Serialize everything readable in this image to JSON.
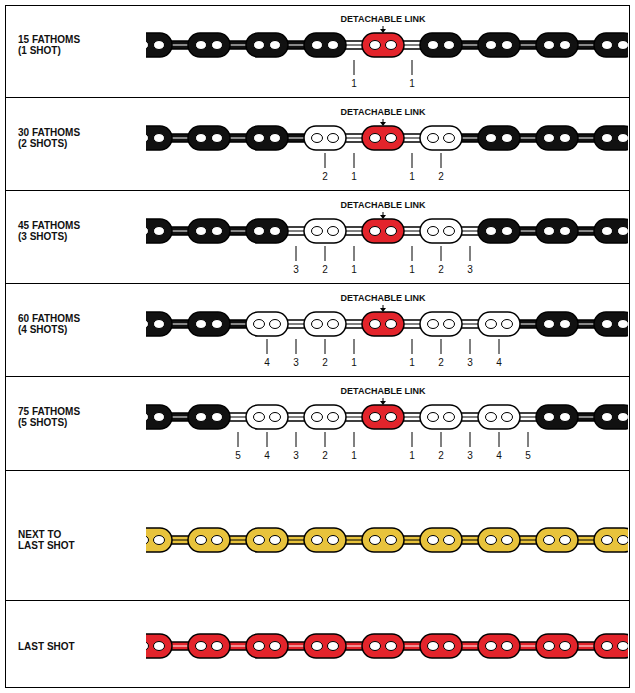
{
  "diagram": {
    "nodes": [
      {
        "text": [
          "15 FATHOMS (1 SHOT)"
        ]
      },
      {
        "text": [
          "30 FATHOMS (2 SHOTS)"
        ]
      },
      {
        "text": [
          "45 FATHOMS (3 SHOTS)"
        ]
      },
      {
        "text": [
          "60 FATHOMS (4 SHOTS)"
        ]
      },
      {
        "text": [
          "75 FATHOMS (5 SHOTS)"
        ]
      },
      {
        "text": [
          "NEXT TO LAST SHOT"
        ]
      },
      {
        "text": [
          "LAST SHOT"
        ]
      }
    ],
    "labels": [
      "DETACHABLE LINK",
      "1",
      "1",
      "DETACHABLE LINK",
      "2",
      "1",
      "1",
      "2",
      "DETACHABLE LINK",
      "3",
      "2",
      "1",
      "1",
      "2",
      "3",
      "DETACHABLE LINK",
      "4",
      "3",
      "2",
      "1",
      "1",
      "2",
      "3",
      "4",
      "DETACHABLE LINK",
      "5",
      "4",
      "3",
      "2",
      "1",
      "1",
      "2",
      "3",
      "4",
      "5"
    ]
  }
}
